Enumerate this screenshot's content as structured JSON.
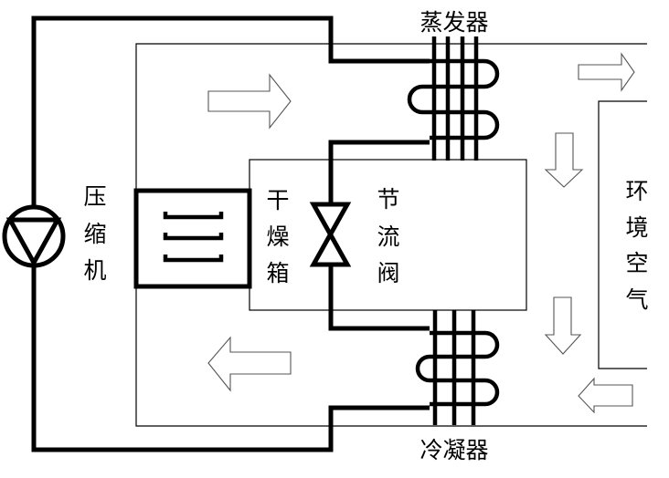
{
  "labels": {
    "evaporator": "蒸发器",
    "condenser": "冷凝器",
    "compressor": [
      "压",
      "缩",
      "机"
    ],
    "drying_box": [
      "干",
      "燥",
      "箱"
    ],
    "throttle_valve": [
      "节",
      "流",
      "阀"
    ],
    "ambient_air": [
      "环",
      "境",
      "空",
      "气"
    ]
  }
}
